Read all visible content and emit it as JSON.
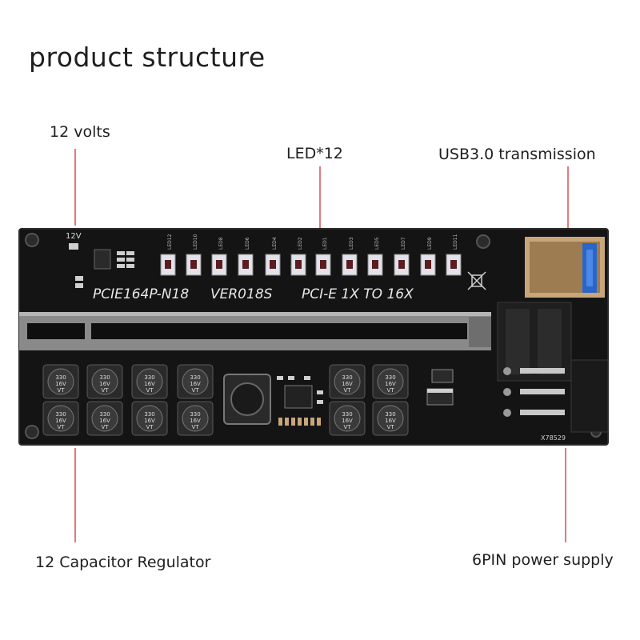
{
  "title": "product structure",
  "callouts": {
    "volts": "12 volts",
    "led": "LED*12",
    "usb": "USB3.0 transmission",
    "capacitor": "12 Capacitor Regulator",
    "power": "6PIN power supply"
  },
  "board": {
    "model": "PCIE164P-N18",
    "version": "VER018S",
    "spec": "PCI-E 1X TO 16X",
    "voltage_mark": "12V",
    "serial": "X78529",
    "led_labels": [
      "LED12",
      "LED10",
      "LED8",
      "LED6",
      "LED4",
      "LED2",
      "LED1",
      "LED3",
      "LED5",
      "LED7",
      "LED9",
      "LED11"
    ],
    "capacitor_marking": [
      "330",
      "16V",
      "VT"
    ],
    "capacitor_count": 12,
    "colors": {
      "pcb": "#141414",
      "led": "#e2e2ea",
      "slot": "#8a8a8a",
      "usb_port": "#c9a67a",
      "usb_tongue": "#2a66c8",
      "leader": "#e07a80"
    }
  }
}
